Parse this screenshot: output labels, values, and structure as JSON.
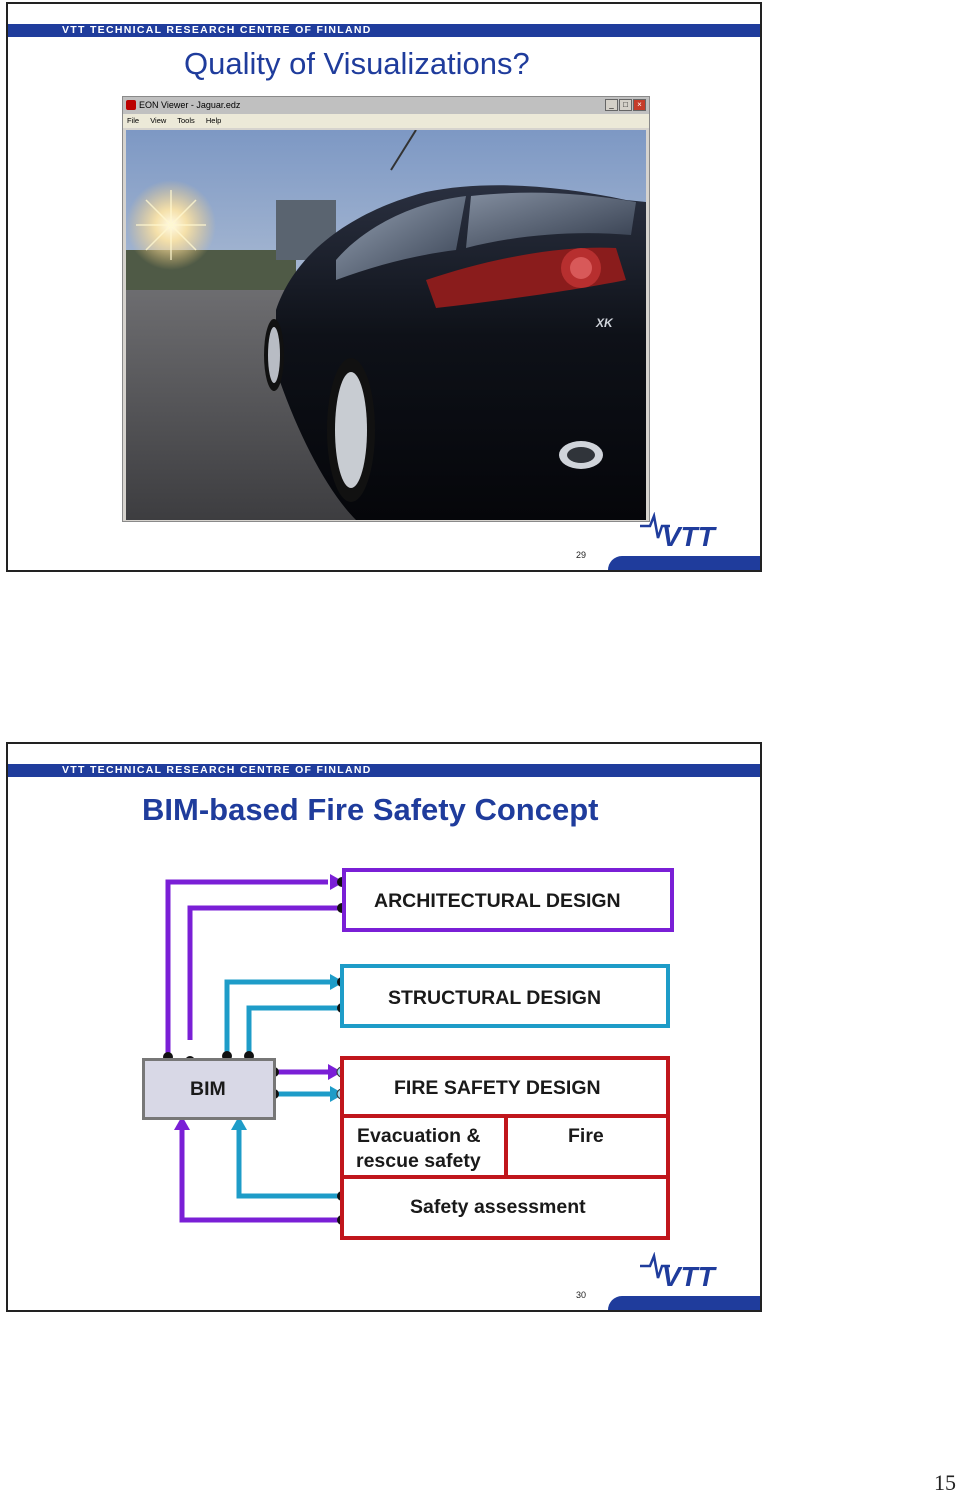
{
  "header_text": "VTT TECHNICAL RESEARCH CENTRE OF FINLAND",
  "slides": [
    {
      "title": "Quality of Visualizations?",
      "page_number": "29",
      "viewer": {
        "window_title": "EON Viewer - Jaguar.edz",
        "menu": [
          "File",
          "View",
          "Tools",
          "Help"
        ],
        "car_badge": "XK"
      }
    },
    {
      "title": "BIM-based Fire Safety Concept",
      "page_number": "30",
      "diagram": {
        "bim": "BIM",
        "architectural": "ARCHITECTURAL DESIGN",
        "structural": "STRUCTURAL DESIGN",
        "fire_safety": "FIRE SAFETY DESIGN",
        "evacuation_line1": "Evacuation &",
        "evacuation_line2": "rescue safety",
        "fire": "Fire",
        "safety_assessment": "Safety assessment"
      }
    }
  ],
  "logo_text": "VTT",
  "document_page_number": "15",
  "colors": {
    "brand_blue": "#1f3c9c",
    "architectural": "#7a1fd6",
    "structural": "#1e9cc8",
    "fire_safety": "#c0161c",
    "bim_fill": "#d8d8e6"
  }
}
